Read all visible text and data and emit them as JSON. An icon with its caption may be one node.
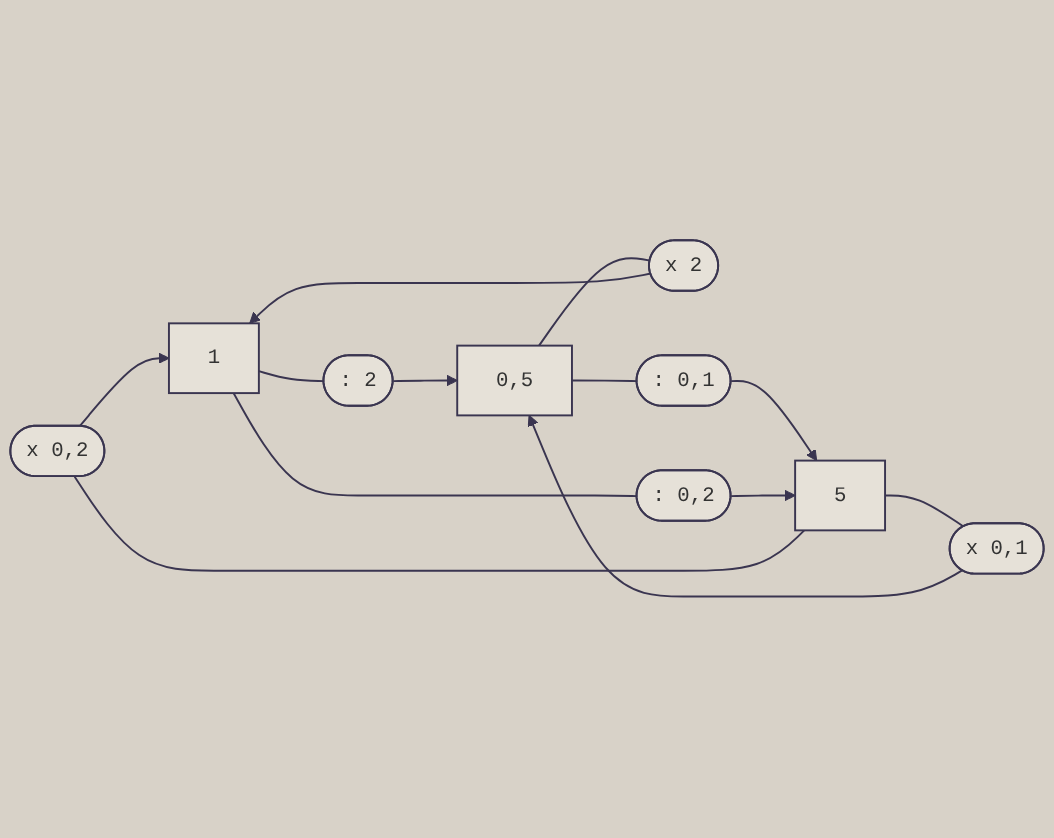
{
  "diagram": {
    "nodes": [
      {
        "text": [
          "x 0,2"
        ]
      },
      {
        "text": [
          "x 0,1"
        ]
      },
      {
        "text": [
          "x 2"
        ]
      },
      {
        "text": [
          "5"
        ]
      },
      {
        "text": [
          "0,5"
        ]
      },
      {
        "text": [
          "1"
        ]
      },
      {
        "text": [
          ": 0,1"
        ]
      },
      {
        "text": [
          ": 2"
        ]
      },
      {
        "text": [
          ": 0,2"
        ]
      }
    ],
    "edges": [
      {
        "from": 3,
        "to": 0,
        "arrow": "none"
      },
      {
        "from": 0,
        "to": 5,
        "arrow": "to"
      },
      {
        "from": 3,
        "to": 1,
        "arrow": "none"
      },
      {
        "from": 1,
        "to": 4,
        "arrow": "to"
      },
      {
        "from": 4,
        "to": 2,
        "arrow": "none"
      },
      {
        "from": 2,
        "to": 5,
        "arrow": "to"
      },
      {
        "from": 5,
        "to": 7,
        "arrow": "none"
      },
      {
        "from": 7,
        "to": 4,
        "arrow": "to"
      },
      {
        "from": 4,
        "to": 6,
        "arrow": "none"
      },
      {
        "from": 6,
        "to": 3,
        "arrow": "to"
      },
      {
        "from": 5,
        "to": 8,
        "arrow": "none"
      },
      {
        "from": 8,
        "to": 3,
        "arrow": "to"
      }
    ]
  }
}
